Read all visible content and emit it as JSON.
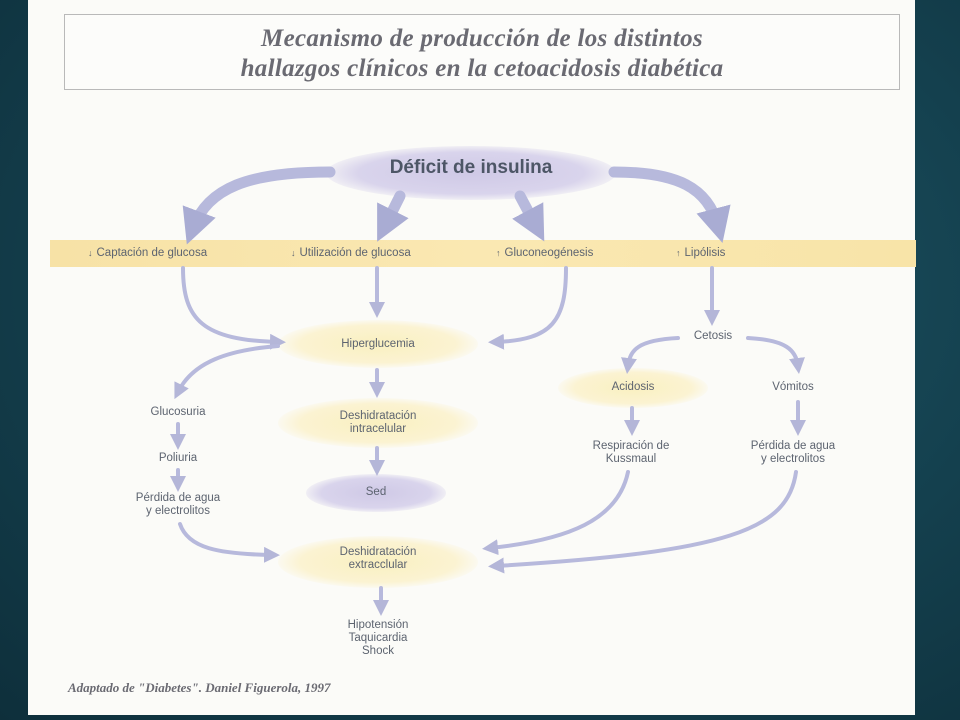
{
  "title": {
    "line1": "Mecanismo de producción de los distintos",
    "line2": "hallazgos clínicos en la cetoacidosis diabética"
  },
  "central": "Déficit de insulina",
  "band": [
    {
      "label": "Captación de glucosa",
      "mark": "↓"
    },
    {
      "label": "Utilización de glucosa",
      "mark": "↓"
    },
    {
      "label": "Gluconeogénesis",
      "mark": "↑"
    },
    {
      "label": "Lipólisis",
      "mark": "↑"
    }
  ],
  "nodes": {
    "hiperglucemia": "Hiperglucemia",
    "cetosis": "Cetosis",
    "glucosuria": "Glucosuria",
    "poliuria": "Poliuria",
    "perdida_left_1": "Pérdida de agua",
    "perdida_left_2": "y electrolitos",
    "deshid_intra_1": "Deshidratación",
    "deshid_intra_2": "intracelular",
    "sed": "Sed",
    "acidosis": "Acidosis",
    "vomitos": "Vómitos",
    "kussmaul_1": "Respiración de",
    "kussmaul_2": "Kussmaul",
    "perdida_right_1": "Pérdida de agua",
    "perdida_right_2": "y electrolitos",
    "deshid_extra_1": "Deshidratación",
    "deshid_extra_2": "extracclular",
    "outcome_1": "Hipotensión",
    "outcome_2": "Taquicardia",
    "outcome_3": "Shock"
  },
  "credit": "Adaptado de \"Diabetes\". Daniel Figuerola, 1997",
  "colors": {
    "arrow": "#b4b6d8",
    "band": "#f8e4a8",
    "central_fill": "#d7d2ea"
  }
}
